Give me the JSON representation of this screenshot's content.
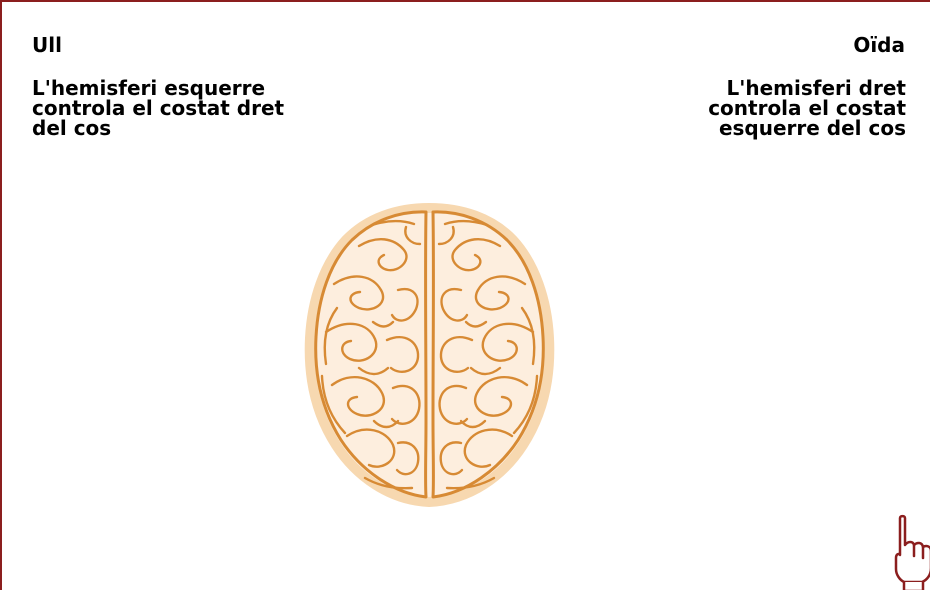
{
  "left_panel": {
    "title": "Ull",
    "lines": [
      "L'hemisferi esquerre",
      "controla el costat dret",
      "del cos"
    ]
  },
  "right_panel": {
    "title": "Oïda",
    "lines": [
      "L'hemisferi dret",
      "controla el costat",
      "esquerre del cos"
    ]
  },
  "colors": {
    "frame": "#8b1e1e",
    "brain_outline": "#d78a34",
    "brain_glow": "#f7d8b0",
    "hand": "#8b1e1e"
  },
  "icons": {
    "brain": "brain-icon",
    "pointer": "pointer-hand-icon"
  }
}
